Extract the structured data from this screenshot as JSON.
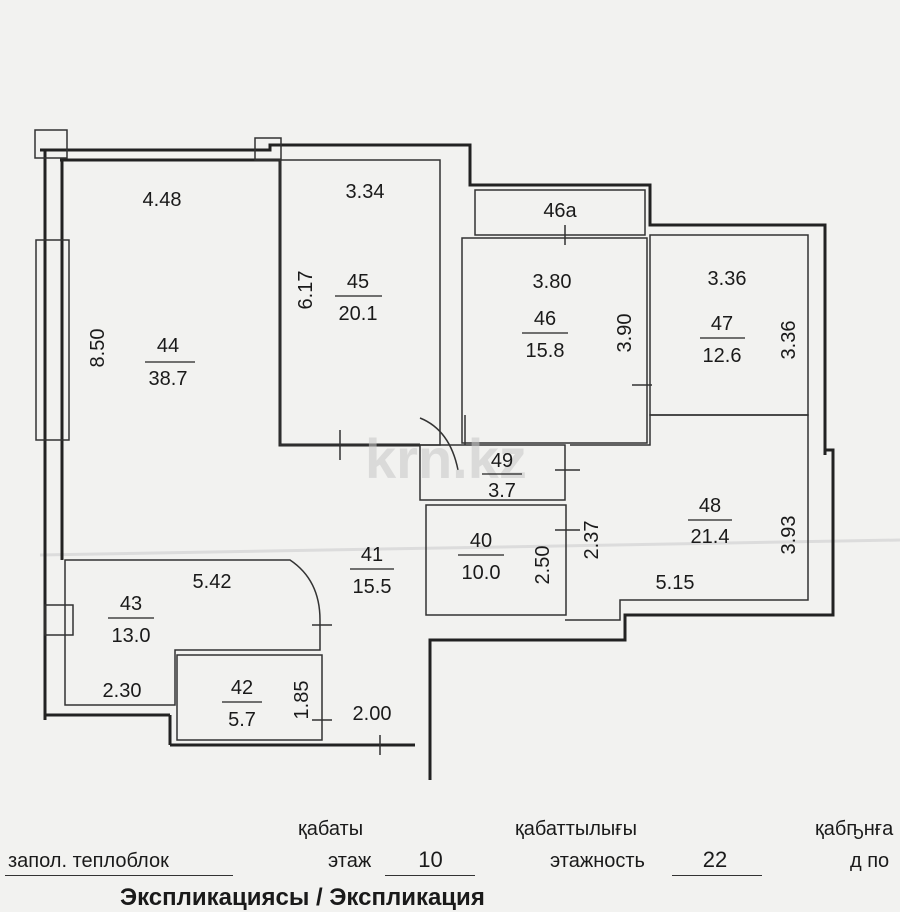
{
  "rooms": [
    {
      "number": "44",
      "area": "38.7"
    },
    {
      "number": "45",
      "area": "20.1"
    },
    {
      "number": "46",
      "area": "15.8"
    },
    {
      "number": "47",
      "area": "12.6"
    },
    {
      "number": "48",
      "area": "21.4"
    },
    {
      "number": "49",
      "area": "3.7"
    },
    {
      "number": "40",
      "area": "10.0"
    },
    {
      "number": "41",
      "area": "15.5"
    },
    {
      "number": "43",
      "area": "13.0"
    },
    {
      "number": "42",
      "area": "5.7"
    }
  ],
  "balcony_label": "46а",
  "dimensions": [
    "4.48",
    "8.50",
    "3.34",
    "6.17",
    "3.80",
    "3.90",
    "3.36",
    "3.36",
    "2.37",
    "3.93",
    "5.15",
    "2.50",
    "5.42",
    "2.30",
    "1.85",
    "2.00"
  ],
  "watermark": "krn.kz",
  "footer": {
    "kz_floor_label": "қабаты",
    "kz_floors_label": "қабаттылығы",
    "kz_cut_label": "қабҧнға",
    "material": "запол. теплоблок",
    "floor_label": "этаж",
    "floor_value": "10",
    "floors_label": "этажность",
    "floors_value": "22",
    "cut_right_label": "д по",
    "bottom_heading": "Экспликациясы / Экспликация"
  }
}
